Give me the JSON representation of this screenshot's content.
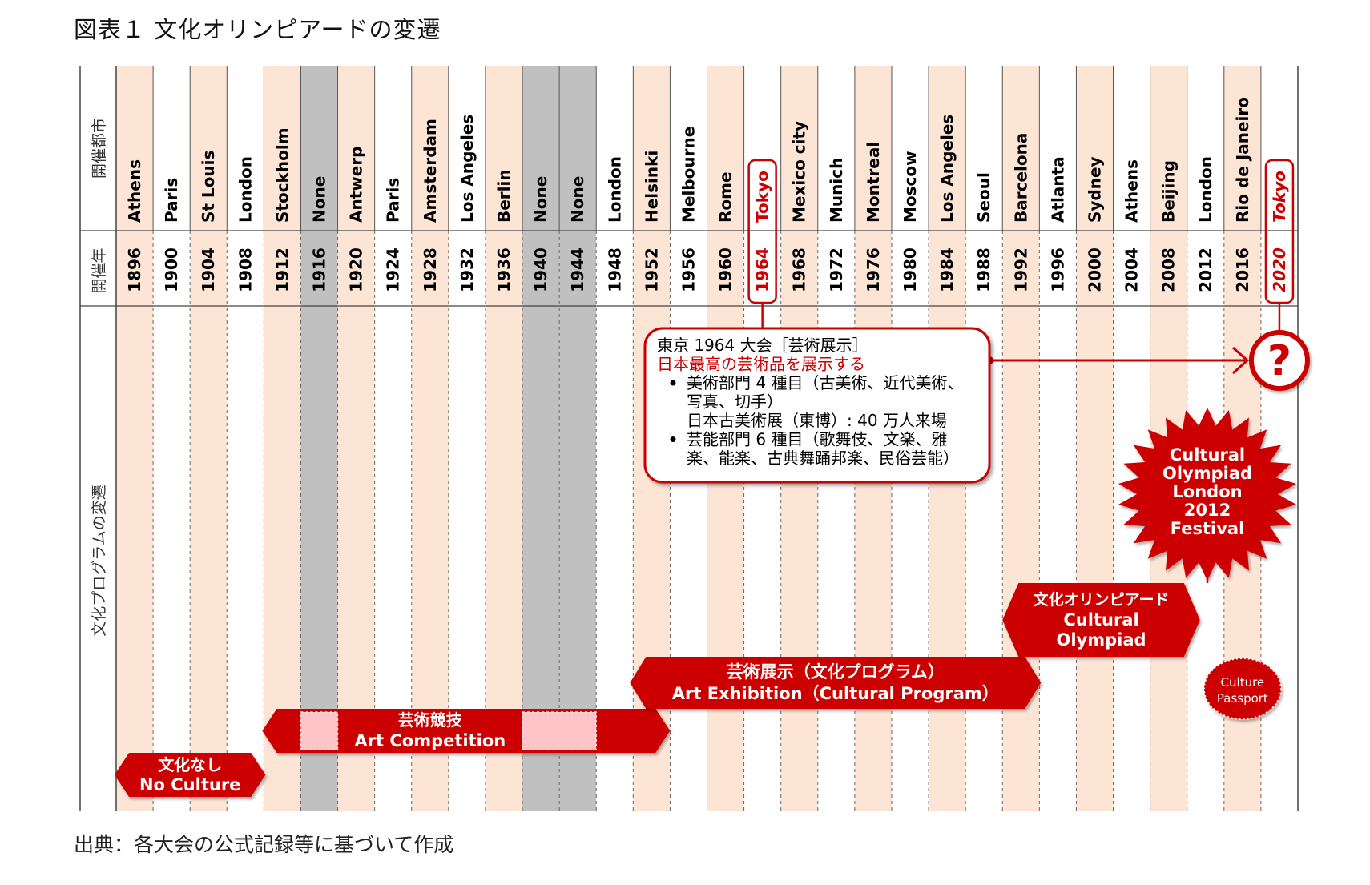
{
  "title": "図表１ 文化オリンピアードの変遷",
  "source": "出典：各大会の公式記録等に基づいて作成",
  "row_labels": {
    "city": "開催都市",
    "year": "開催年",
    "program": "文化プログラムの変遷"
  },
  "columns": [
    {
      "city": "Athens",
      "year": "1896",
      "shade": "peach"
    },
    {
      "city": "Paris",
      "year": "1900",
      "shade": "white"
    },
    {
      "city": "St Louis",
      "year": "1904",
      "shade": "peach"
    },
    {
      "city": "London",
      "year": "1908",
      "shade": "white"
    },
    {
      "city": "Stockholm",
      "year": "1912",
      "shade": "peach"
    },
    {
      "city": "None",
      "year": "1916",
      "shade": "gray"
    },
    {
      "city": "Antwerp",
      "year": "1920",
      "shade": "peach"
    },
    {
      "city": "Paris",
      "year": "1924",
      "shade": "white"
    },
    {
      "city": "Amsterdam",
      "year": "1928",
      "shade": "peach"
    },
    {
      "city": "Los Angeles",
      "year": "1932",
      "shade": "white"
    },
    {
      "city": "Berlin",
      "year": "1936",
      "shade": "peach"
    },
    {
      "city": "None",
      "year": "1940",
      "shade": "gray"
    },
    {
      "city": "None",
      "year": "1944",
      "shade": "gray"
    },
    {
      "city": "London",
      "year": "1948",
      "shade": "white"
    },
    {
      "city": "Helsinki",
      "year": "1952",
      "shade": "peach"
    },
    {
      "city": "Melbourne",
      "year": "1956",
      "shade": "white"
    },
    {
      "city": "Rome",
      "year": "1960",
      "shade": "peach"
    },
    {
      "city": "Tokyo",
      "year": "1964",
      "shade": "white",
      "highlight": true
    },
    {
      "city": "Mexico city",
      "year": "1968",
      "shade": "peach"
    },
    {
      "city": "Munich",
      "year": "1972",
      "shade": "white"
    },
    {
      "city": "Montreal",
      "year": "1976",
      "shade": "peach"
    },
    {
      "city": "Moscow",
      "year": "1980",
      "shade": "white"
    },
    {
      "city": "Los Angeles",
      "year": "1984",
      "shade": "peach"
    },
    {
      "city": "Seoul",
      "year": "1988",
      "shade": "white"
    },
    {
      "city": "Barcelona",
      "year": "1992",
      "shade": "peach"
    },
    {
      "city": "Atlanta",
      "year": "1996",
      "shade": "white"
    },
    {
      "city": "Sydney",
      "year": "2000",
      "shade": "peach"
    },
    {
      "city": "Athens",
      "year": "2004",
      "shade": "white"
    },
    {
      "city": "Beijing",
      "year": "2008",
      "shade": "peach"
    },
    {
      "city": "London",
      "year": "2012",
      "shade": "white"
    },
    {
      "city": "Rio de Janeiro",
      "year": "2016",
      "shade": "peach"
    },
    {
      "city": "Tokyo",
      "year": "2020",
      "shade": "white",
      "highlight": true,
      "italic": true
    }
  ],
  "phases": {
    "no_culture": {
      "line1": "文化なし",
      "line2": "No Culture",
      "from": 0,
      "to": 3
    },
    "art_competition": {
      "line1": "芸術競技",
      "line2": "Art Competition",
      "from": 4,
      "to": 13
    },
    "art_exhibition": {
      "line1": "芸術展示（文化プログラム）",
      "line2": "Art Exhibition（Cultural Program）",
      "from": 14,
      "to": 23
    },
    "cultural_olympiad": {
      "line1": "文化オリンピアード",
      "line2": "Cultural",
      "line3": "Olympiad",
      "from": 24,
      "to": 29
    }
  },
  "callout": {
    "lines": [
      {
        "text": "東京 1964 大会［芸術展示］",
        "style": "black"
      },
      {
        "text": "日本最高の芸術品を展示する",
        "style": "red"
      },
      {
        "text": "美術部門 4 種目（古美術、近代美術、",
        "style": "bullet"
      },
      {
        "text": "写真、切手）",
        "style": "indent"
      },
      {
        "text": "日本古美術展（東博）: 40 万人来場",
        "style": "indent"
      },
      {
        "text": "芸能部門 6 種目（歌舞伎、文楽、雅",
        "style": "bullet"
      },
      {
        "text": "楽、能楽、古典舞踊邦楽、民俗芸能）",
        "style": "indent"
      }
    ]
  },
  "question": "?",
  "london_festival": [
    "Cultural",
    "Olympiad",
    "London",
    "2012",
    "Festival"
  ],
  "culture_passport": [
    "Culture",
    "Passport"
  ],
  "colors": {
    "red": "#cc0000",
    "peach": "#fde5d6",
    "gray": "#c0c0c0",
    "pink": "#ffc4c8",
    "ink": "#000000"
  }
}
